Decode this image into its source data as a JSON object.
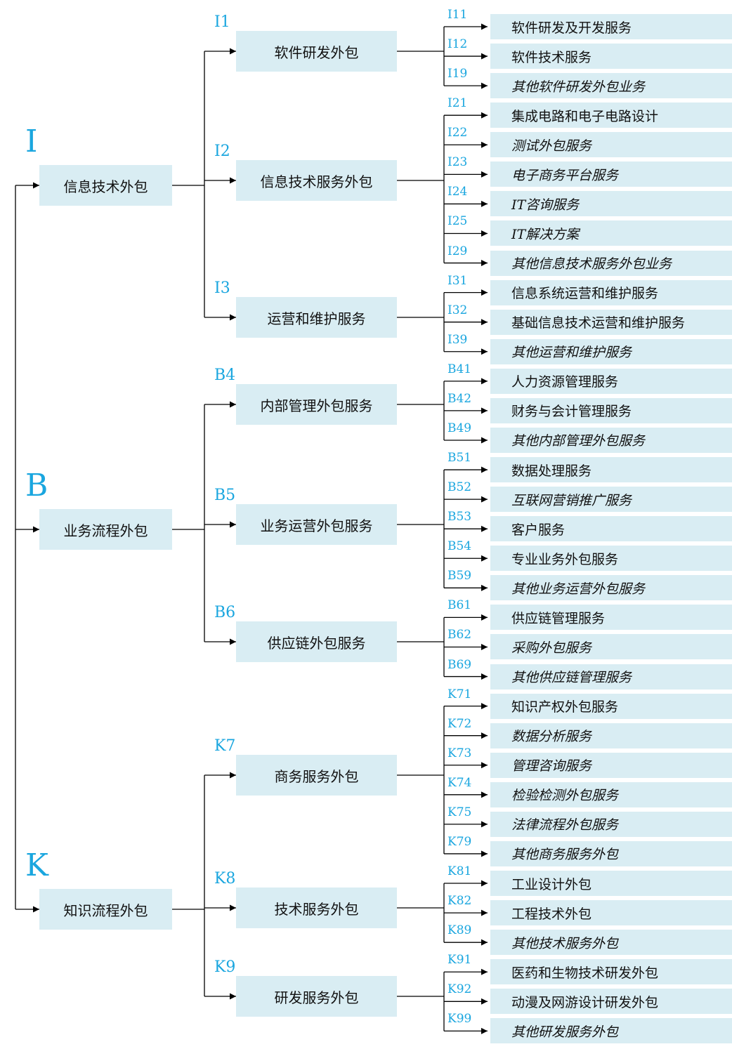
{
  "categories": [
    {
      "code": "I",
      "label": "信息技术外包",
      "groups": [
        {
          "code": "I1",
          "label": "软件研发外包",
          "items": [
            {
              "code": "I11",
              "label": "软件研发及开发服务",
              "italic": false
            },
            {
              "code": "I12",
              "label": "软件技术服务",
              "italic": false
            },
            {
              "code": "I19",
              "label": "其他软件研发外包业务",
              "italic": true
            }
          ]
        },
        {
          "code": "I2",
          "label": "信息技术服务外包",
          "items": [
            {
              "code": "I21",
              "label": "集成电路和电子电路设计",
              "italic": false
            },
            {
              "code": "I22",
              "label": "测试外包服务",
              "italic": true
            },
            {
              "code": "I23",
              "label": "电子商务平台服务",
              "italic": true
            },
            {
              "code": "I24",
              "label": "IT咨询服务",
              "italic": true
            },
            {
              "code": "I25",
              "label": "IT解决方案",
              "italic": true
            },
            {
              "code": "I29",
              "label": "其他信息技术服务外包业务",
              "italic": true
            }
          ]
        },
        {
          "code": "I3",
          "label": "运营和维护服务",
          "items": [
            {
              "code": "I31",
              "label": "信息系统运营和维护服务",
              "italic": false
            },
            {
              "code": "I32",
              "label": "基础信息技术运营和维护服务",
              "italic": false
            },
            {
              "code": "I39",
              "label": "其他运营和维护服务",
              "italic": true
            }
          ]
        }
      ]
    },
    {
      "code": "B",
      "label": "业务流程外包",
      "groups": [
        {
          "code": "B4",
          "label": "内部管理外包服务",
          "items": [
            {
              "code": "B41",
              "label": "人力资源管理服务",
              "italic": false
            },
            {
              "code": "B42",
              "label": "财务与会计管理服务",
              "italic": false
            },
            {
              "code": "B49",
              "label": "其他内部管理外包服务",
              "italic": true
            }
          ]
        },
        {
          "code": "B5",
          "label": "业务运营外包服务",
          "items": [
            {
              "code": "B51",
              "label": "数据处理服务",
              "italic": false
            },
            {
              "code": "B52",
              "label": "互联网营销推广服务",
              "italic": true
            },
            {
              "code": "B53",
              "label": "客户服务",
              "italic": false
            },
            {
              "code": "B54",
              "label": "专业业务外包服务",
              "italic": false
            },
            {
              "code": "B59",
              "label": "其他业务运营外包服务",
              "italic": true
            }
          ]
        },
        {
          "code": "B6",
          "label": "供应链外包服务",
          "items": [
            {
              "code": "B61",
              "label": "供应链管理服务",
              "italic": false
            },
            {
              "code": "B62",
              "label": "采购外包服务",
              "italic": true
            },
            {
              "code": "B69",
              "label": "其他供应链管理服务",
              "italic": true
            }
          ]
        }
      ]
    },
    {
      "code": "K",
      "label": "知识流程外包",
      "groups": [
        {
          "code": "K7",
          "label": "商务服务外包",
          "items": [
            {
              "code": "K71",
              "label": "知识产权外包服务",
              "italic": false
            },
            {
              "code": "K72",
              "label": "数据分析服务",
              "italic": true
            },
            {
              "code": "K73",
              "label": "管理咨询服务",
              "italic": true
            },
            {
              "code": "K74",
              "label": "检验检测外包服务",
              "italic": true
            },
            {
              "code": "K75",
              "label": "法律流程外包服务",
              "italic": true
            },
            {
              "code": "K79",
              "label": "其他商务服务外包",
              "italic": true
            }
          ]
        },
        {
          "code": "K8",
          "label": "技术服务外包",
          "items": [
            {
              "code": "K81",
              "label": "工业设计外包",
              "italic": false
            },
            {
              "code": "K82",
              "label": "工程技术外包",
              "italic": false
            },
            {
              "code": "K89",
              "label": "其他技术服务外包",
              "italic": true
            }
          ]
        },
        {
          "code": "K9",
          "label": "研发服务外包",
          "items": [
            {
              "code": "K91",
              "label": "医药和生物技术研发外包",
              "italic": false
            },
            {
              "code": "K92",
              "label": "动漫及网游设计研发外包",
              "italic": false
            },
            {
              "code": "K99",
              "label": "其他研发服务外包",
              "italic": true
            }
          ]
        }
      ]
    }
  ],
  "colors": {
    "box_fill": "#d9edf3",
    "code_text": "#1aa6df",
    "line": "#000000"
  }
}
